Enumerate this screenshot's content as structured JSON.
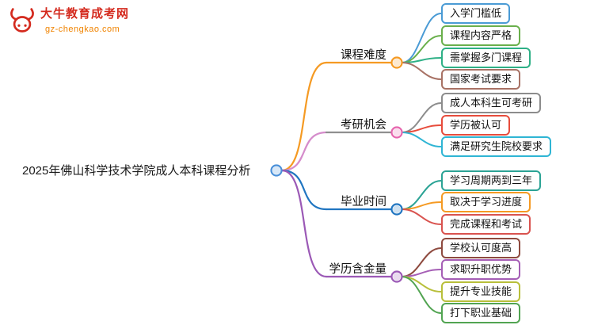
{
  "logo": {
    "icon": "bull-logo-icon",
    "title": "大牛教育成考网",
    "subtitle": "gz-chengkao.com",
    "brand_color": "#d42a1e",
    "subtitle_color": "#f08300"
  },
  "root": {
    "label": "2025年佛山科学技术学院成人本科课程分析",
    "circle_color": "#4a90d9"
  },
  "branches": [
    {
      "label": "课程难度",
      "line_color": "#f59a23",
      "underline_color": "#f59a23",
      "circle_color": "#f59a23",
      "children": [
        {
          "label": "入学门槛低",
          "color": "#4a9bd5"
        },
        {
          "label": "课程内容严格",
          "color": "#6ab04c"
        },
        {
          "label": "需掌握多门课程",
          "color": "#2eb086"
        },
        {
          "label": "国家考试要求",
          "color": "#a87265"
        }
      ]
    },
    {
      "label": "考研机会",
      "line_color": "#d58ccb",
      "underline_color": "#8f8f8f",
      "circle_color": "#e665ae",
      "children": [
        {
          "label": "成人本科生可考研",
          "color": "#8c8c8c"
        },
        {
          "label": "学历被认可",
          "color": "#e74c3c"
        },
        {
          "label": "满足研究生院校要求",
          "color": "#2fb5d4"
        }
      ]
    },
    {
      "label": "毕业时间",
      "line_color": "#2176c1",
      "underline_color": "#2176c1",
      "circle_color": "#2176c1",
      "children": [
        {
          "label": "学习周期两到三年",
          "color": "#2ba395"
        },
        {
          "label": "取决于学习进度",
          "color": "#f59a23"
        },
        {
          "label": "完成课程和考试",
          "color": "#d9534f"
        }
      ]
    },
    {
      "label": "学历含金量",
      "line_color": "#9b59b6",
      "underline_color": "#9b59b6",
      "circle_color": "#9b59b6",
      "children": [
        {
          "label": "学校认可度高",
          "color": "#8e4a3f"
        },
        {
          "label": "求职升职优势",
          "color": "#a55eb5"
        },
        {
          "label": "提升专业技能",
          "color": "#b8bf3a"
        },
        {
          "label": "打下职业基础",
          "color": "#52a452"
        }
      ]
    }
  ]
}
